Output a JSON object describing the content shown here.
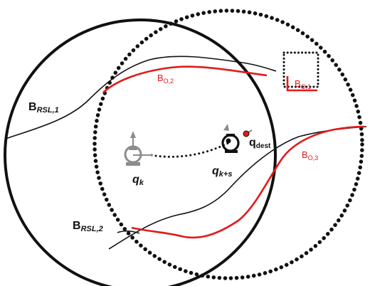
{
  "colors": {
    "stroke_black": "#111111",
    "obstacle_red": "#e01b1b",
    "robot_gray": "#8c8c8c",
    "background": "#ffffff"
  },
  "labels": {
    "b_rsl_1": {
      "main": "B",
      "sub": "RSL,1"
    },
    "b_rsl_2": {
      "main": "B",
      "sub": "RSL,2"
    },
    "b_o_1": {
      "main": "B",
      "sub": "O,1"
    },
    "b_o_2": {
      "main": "B",
      "sub": "O,2"
    },
    "b_o_3": {
      "main": "B",
      "sub": "O,3"
    },
    "q_k": {
      "main": "q",
      "sub": "k"
    },
    "q_k_s": {
      "main": "q",
      "sub": "k+s"
    },
    "q_dest": {
      "main": "q",
      "sub": "dest"
    }
  },
  "icons": {
    "robot_start": "robot-gray-icon",
    "robot_next": "robot-black-icon",
    "destination": "target-point-icon"
  }
}
